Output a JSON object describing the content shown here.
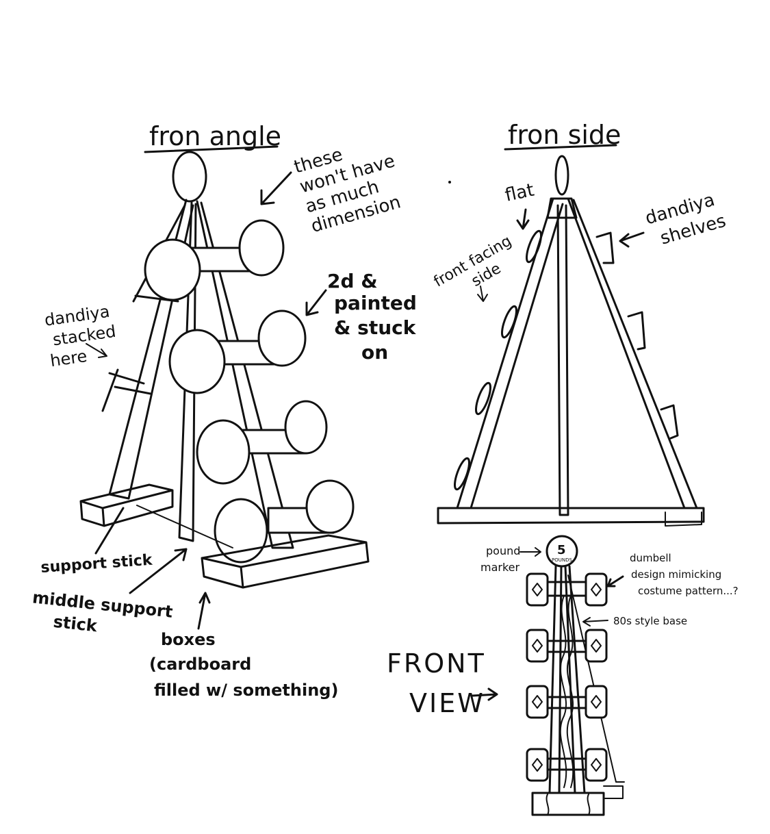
{
  "views": {
    "angle": {
      "title": "fron angle",
      "notes": {
        "dimension": [
          "these",
          "won't have",
          "as much",
          "dimension"
        ],
        "painted": [
          "2d &",
          "painted",
          "& stuck",
          "on"
        ],
        "dandiya_stacked": [
          "dandiya",
          "stacked",
          "here"
        ],
        "support_stick": "support stick",
        "middle_support": [
          "middle support",
          "stick"
        ],
        "boxes": [
          "boxes",
          "(cardboard",
          "filled w/ something)"
        ]
      }
    },
    "side": {
      "title": "fron side",
      "notes": {
        "flat": "flat",
        "front_facing": [
          "front facing",
          "side"
        ],
        "dandiya_shelves": [
          "dandiya",
          "shelves"
        ]
      }
    },
    "front": {
      "title": [
        "FRONT",
        "VIEW"
      ],
      "marker_number": "5",
      "marker_unit": "POUNDS",
      "notes": {
        "pound_marker": [
          "pound",
          "marker"
        ],
        "dumbell_design": [
          "dumbell",
          "design mimicking",
          "costume pattern...?"
        ],
        "base_style": "80s style  base"
      }
    }
  }
}
